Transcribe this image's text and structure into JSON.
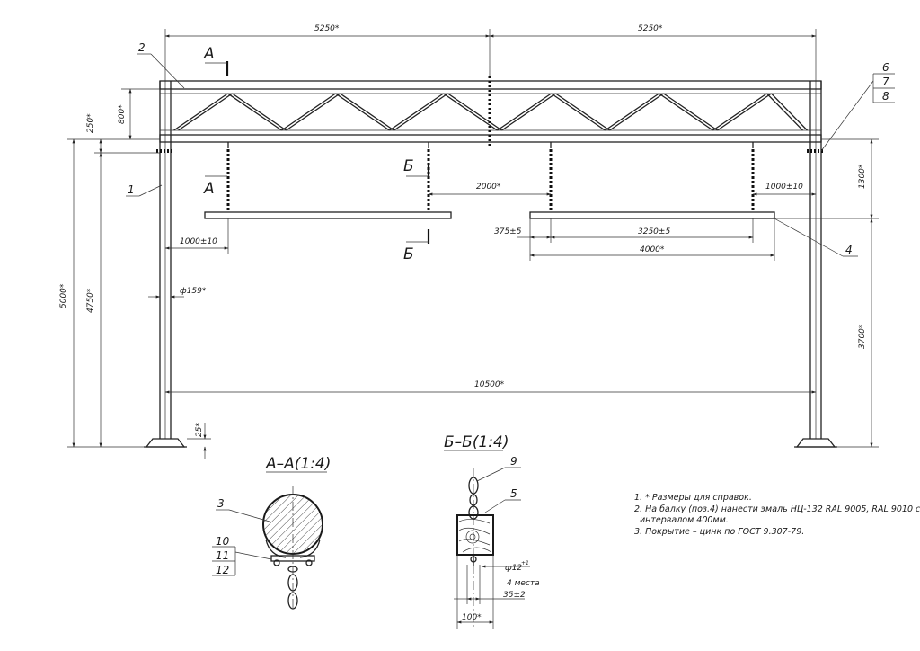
{
  "dimensions": {
    "span_left": "5250*",
    "span_right": "5250*",
    "truss_height": "800*",
    "top_offset": "250*",
    "height_total": "5000*",
    "height_post": "4750*",
    "post_diameter": "ф159*",
    "base_offset": "25*",
    "span_total": "10500*",
    "beam_gap": "2000*",
    "left_hanger_offset": "1000±10",
    "right_hanger_offset": "1000±10",
    "hang_length": "1300*",
    "right_clearance": "3700*",
    "beam_end_offset": "375±5",
    "hanger_spacing": "3250±5",
    "beam_length": "4000*",
    "bolt_diameter": "ф12",
    "bolt_tolerance": "+1",
    "bolt_places": "4 места",
    "bolt_spacing": "35±2",
    "beam_width": "100*"
  },
  "cut_labels": {
    "a_top": "А",
    "a_bottom": "А",
    "b_top": "Б",
    "b_bottom": "Б"
  },
  "positions": [
    "1",
    "2",
    "3",
    "4",
    "5",
    "6",
    "7",
    "8",
    "9",
    "10",
    "11",
    "12"
  ],
  "sections": {
    "a": "А–А(1:4)",
    "b": "Б–Б(1:4)"
  },
  "notes": [
    "1. * Размеры для справок.",
    "2. На балку (поз.4) нанести эмаль НЦ-132 RAL 9005, RAL 9010 с",
    "интервалом 400мм.",
    "3. Покрытие – цинк по ГОСТ 9.307-79."
  ]
}
